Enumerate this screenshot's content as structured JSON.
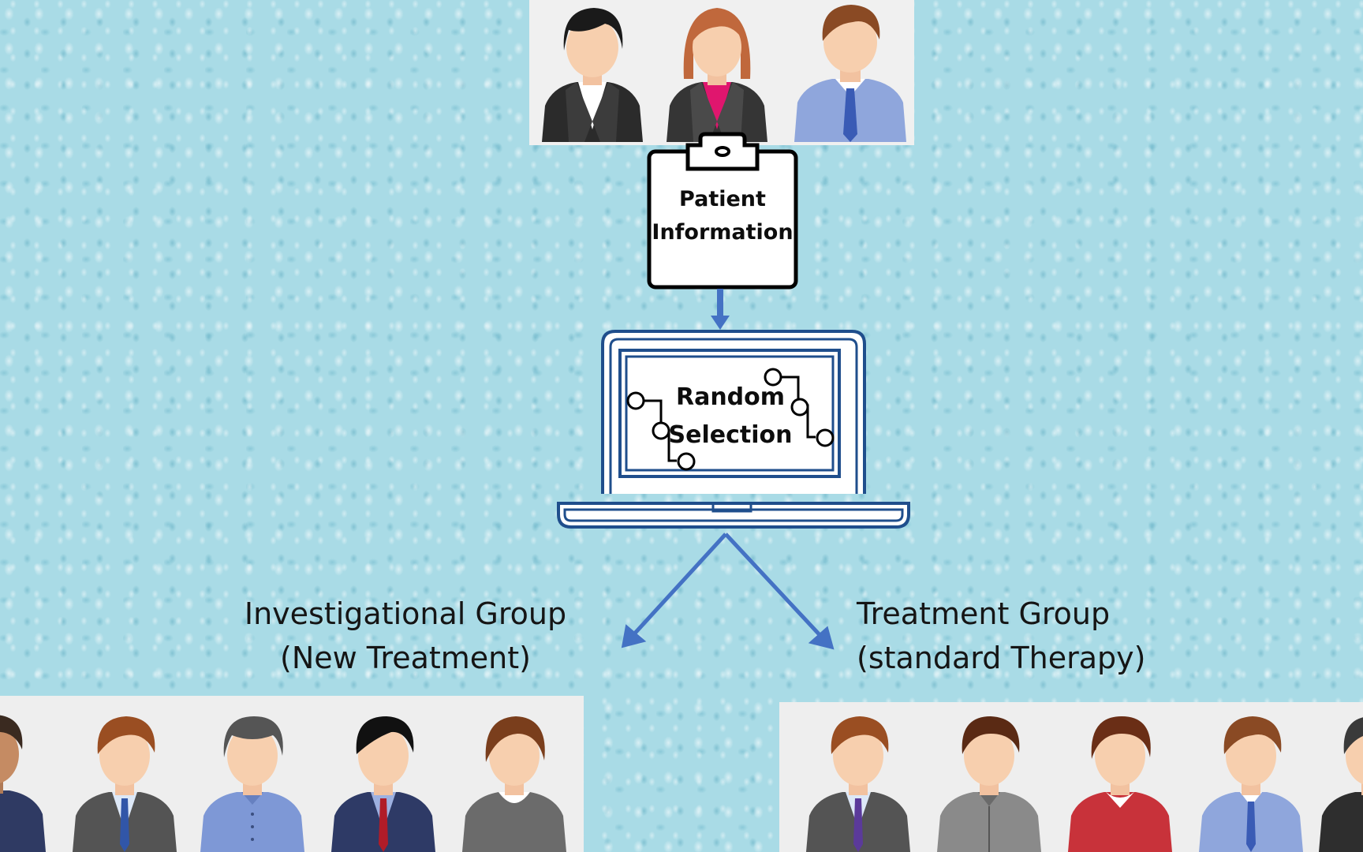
{
  "clipboard": {
    "line1": "Patient",
    "line2": "Information"
  },
  "computer": {
    "line1": "Random",
    "line2": "Selection"
  },
  "groups": {
    "left": {
      "line1": "Investigational Group",
      "line2": "(New Treatment)"
    },
    "right": {
      "line1": "Treatment Group",
      "line2": "(standard Therapy)"
    }
  },
  "colors": {
    "arrow": "#4472c4",
    "laptop_outline": "#1f4e8c",
    "background": "#a9dbe6"
  },
  "people": {
    "top": [
      "woman-black-hair-icon",
      "woman-red-hair-icon",
      "man-brown-hair-icon"
    ],
    "left": [
      "man-partial-icon",
      "man-brown-hair-icon",
      "man-gray-hair-icon",
      "man-black-hair-icon",
      "man-brown-hair-icon"
    ],
    "right": [
      "man-brown-hair-icon",
      "man-dark-hair-icon",
      "man-red-sweater-icon",
      "man-brown-hair-icon",
      "man-partial-icon"
    ]
  }
}
